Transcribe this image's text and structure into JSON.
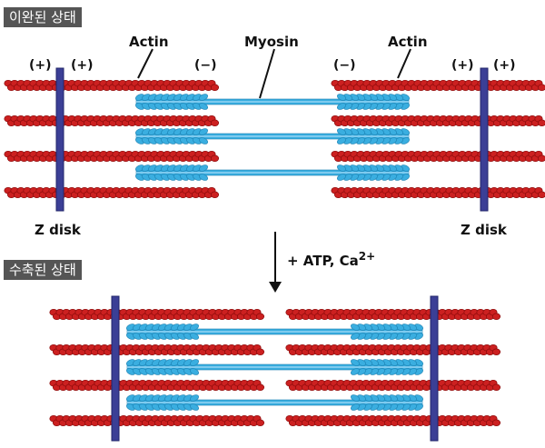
{
  "states": {
    "relaxed": "이완된 상태",
    "contracted": "수축된 상태"
  },
  "labels": {
    "actin_left": "Actin",
    "myosin": "Myosin",
    "actin_right": "Actin",
    "zdisk_left": "Z disk",
    "zdisk_right": "Z disk",
    "condition_prefix": "+ ATP, Ca",
    "condition_sup": "2+"
  },
  "polarity": {
    "plus": "(+)",
    "minus": "(−)"
  },
  "colors": {
    "actin": "#cc2020",
    "actin_dark": "#8a0a0a",
    "myosin": "#3aaee0",
    "myosin_light": "#a8dcf5",
    "zdisk": "#3b3f96",
    "tag_bg": "#555555"
  }
}
